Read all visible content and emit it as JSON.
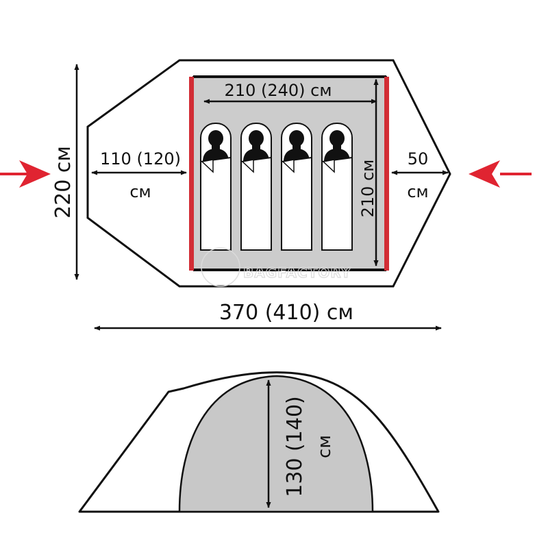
{
  "plan": {
    "dims": {
      "inner_width": "210 (240) см",
      "inner_length": "210 см",
      "total_width": "220 см",
      "total_length": "370 (410) см",
      "vestibule_left_value": "110 (120)",
      "vestibule_left_unit": "см",
      "vestibule_right_value": "50",
      "vestibule_right_unit": "см"
    },
    "sleepers": 4,
    "watermark": "BAGFACTORY",
    "colors": {
      "outline": "#111111",
      "floor": "#cccccc",
      "arrow": "#e02431",
      "pole": "#d22d35"
    }
  },
  "elevation": {
    "height_value": "130 (140)",
    "height_unit": "см",
    "colors": {
      "dome": "#c8c8c8"
    }
  }
}
